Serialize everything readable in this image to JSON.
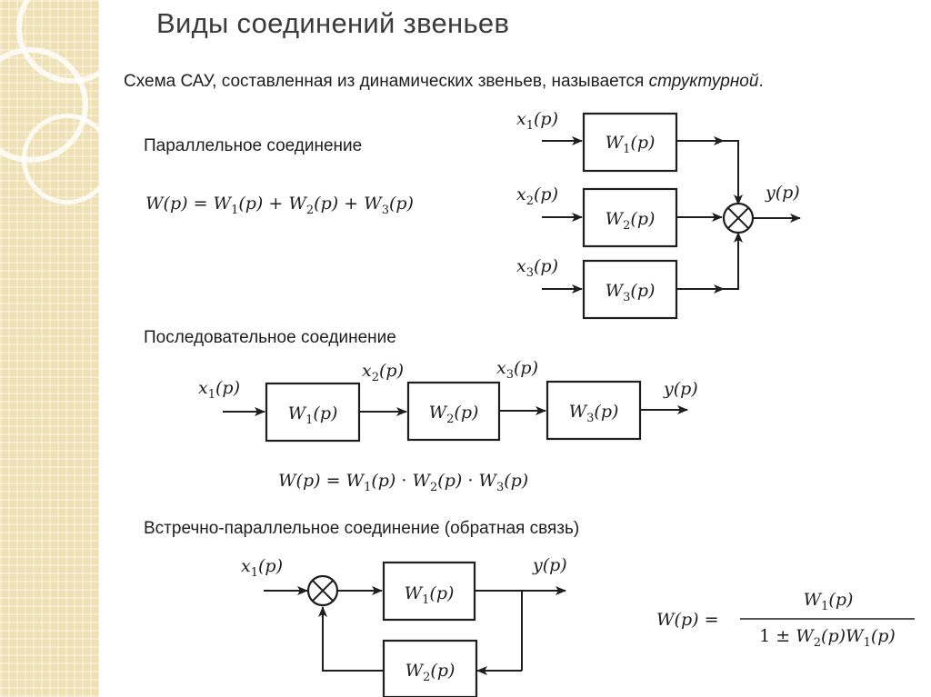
{
  "slide": {
    "title": "Виды соединений звеньев",
    "intro_text": "Схема САУ, составленная из динамических звеньев, называется",
    "intro_emphasis": "структурной",
    "intro_end": "."
  },
  "parallel": {
    "label": "Параллельное соединение",
    "formula": "W(p) = W1(p) + W2(p) + W3(p)",
    "inputs": [
      "x1(p)",
      "x2(p)",
      "x3(p)"
    ],
    "blocks": [
      "W1(p)",
      "W2(p)",
      "W3(p)"
    ],
    "output": "y(p)"
  },
  "serial": {
    "label": "Последовательное соединение",
    "formula": "W(p) = W1(p) · W2(p) · W3(p)",
    "signals": [
      "x1(p)",
      "x2(p)",
      "x3(p)"
    ],
    "blocks": [
      "W1(p)",
      "W2(p)",
      "W3(p)"
    ],
    "output": "y(p)"
  },
  "feedback": {
    "label": "Встречно-параллельное соединение (обратная связь)",
    "formula": "W(p) = W1(p) / (1 ± W2(p)W1(p))",
    "input": "x1(p)",
    "forward_block": "W1(p)",
    "feedback_block": "W2(p)",
    "output": "y(p)"
  }
}
